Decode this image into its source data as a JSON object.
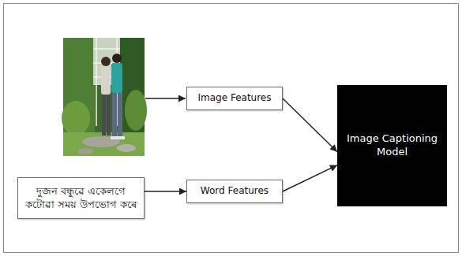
{
  "diagram": {
    "nodes": [
      {
        "text": [
          "দুজন বন্ধুৱে একেলগে কটোৱা সময় উপভোগ কৰে"
        ]
      },
      {
        "text": [
          "Image Features"
        ]
      },
      {
        "text": [
          "Word Features"
        ]
      },
      {
        "text": [
          "Image Captioning Model"
        ]
      }
    ],
    "edges": [
      {
        "from": 0,
        "to": 2,
        "arrow": "to"
      },
      {
        "from": 1,
        "to": 3,
        "arrow": "to"
      },
      {
        "from": 2,
        "to": 3,
        "arrow": "to"
      }
    ]
  }
}
